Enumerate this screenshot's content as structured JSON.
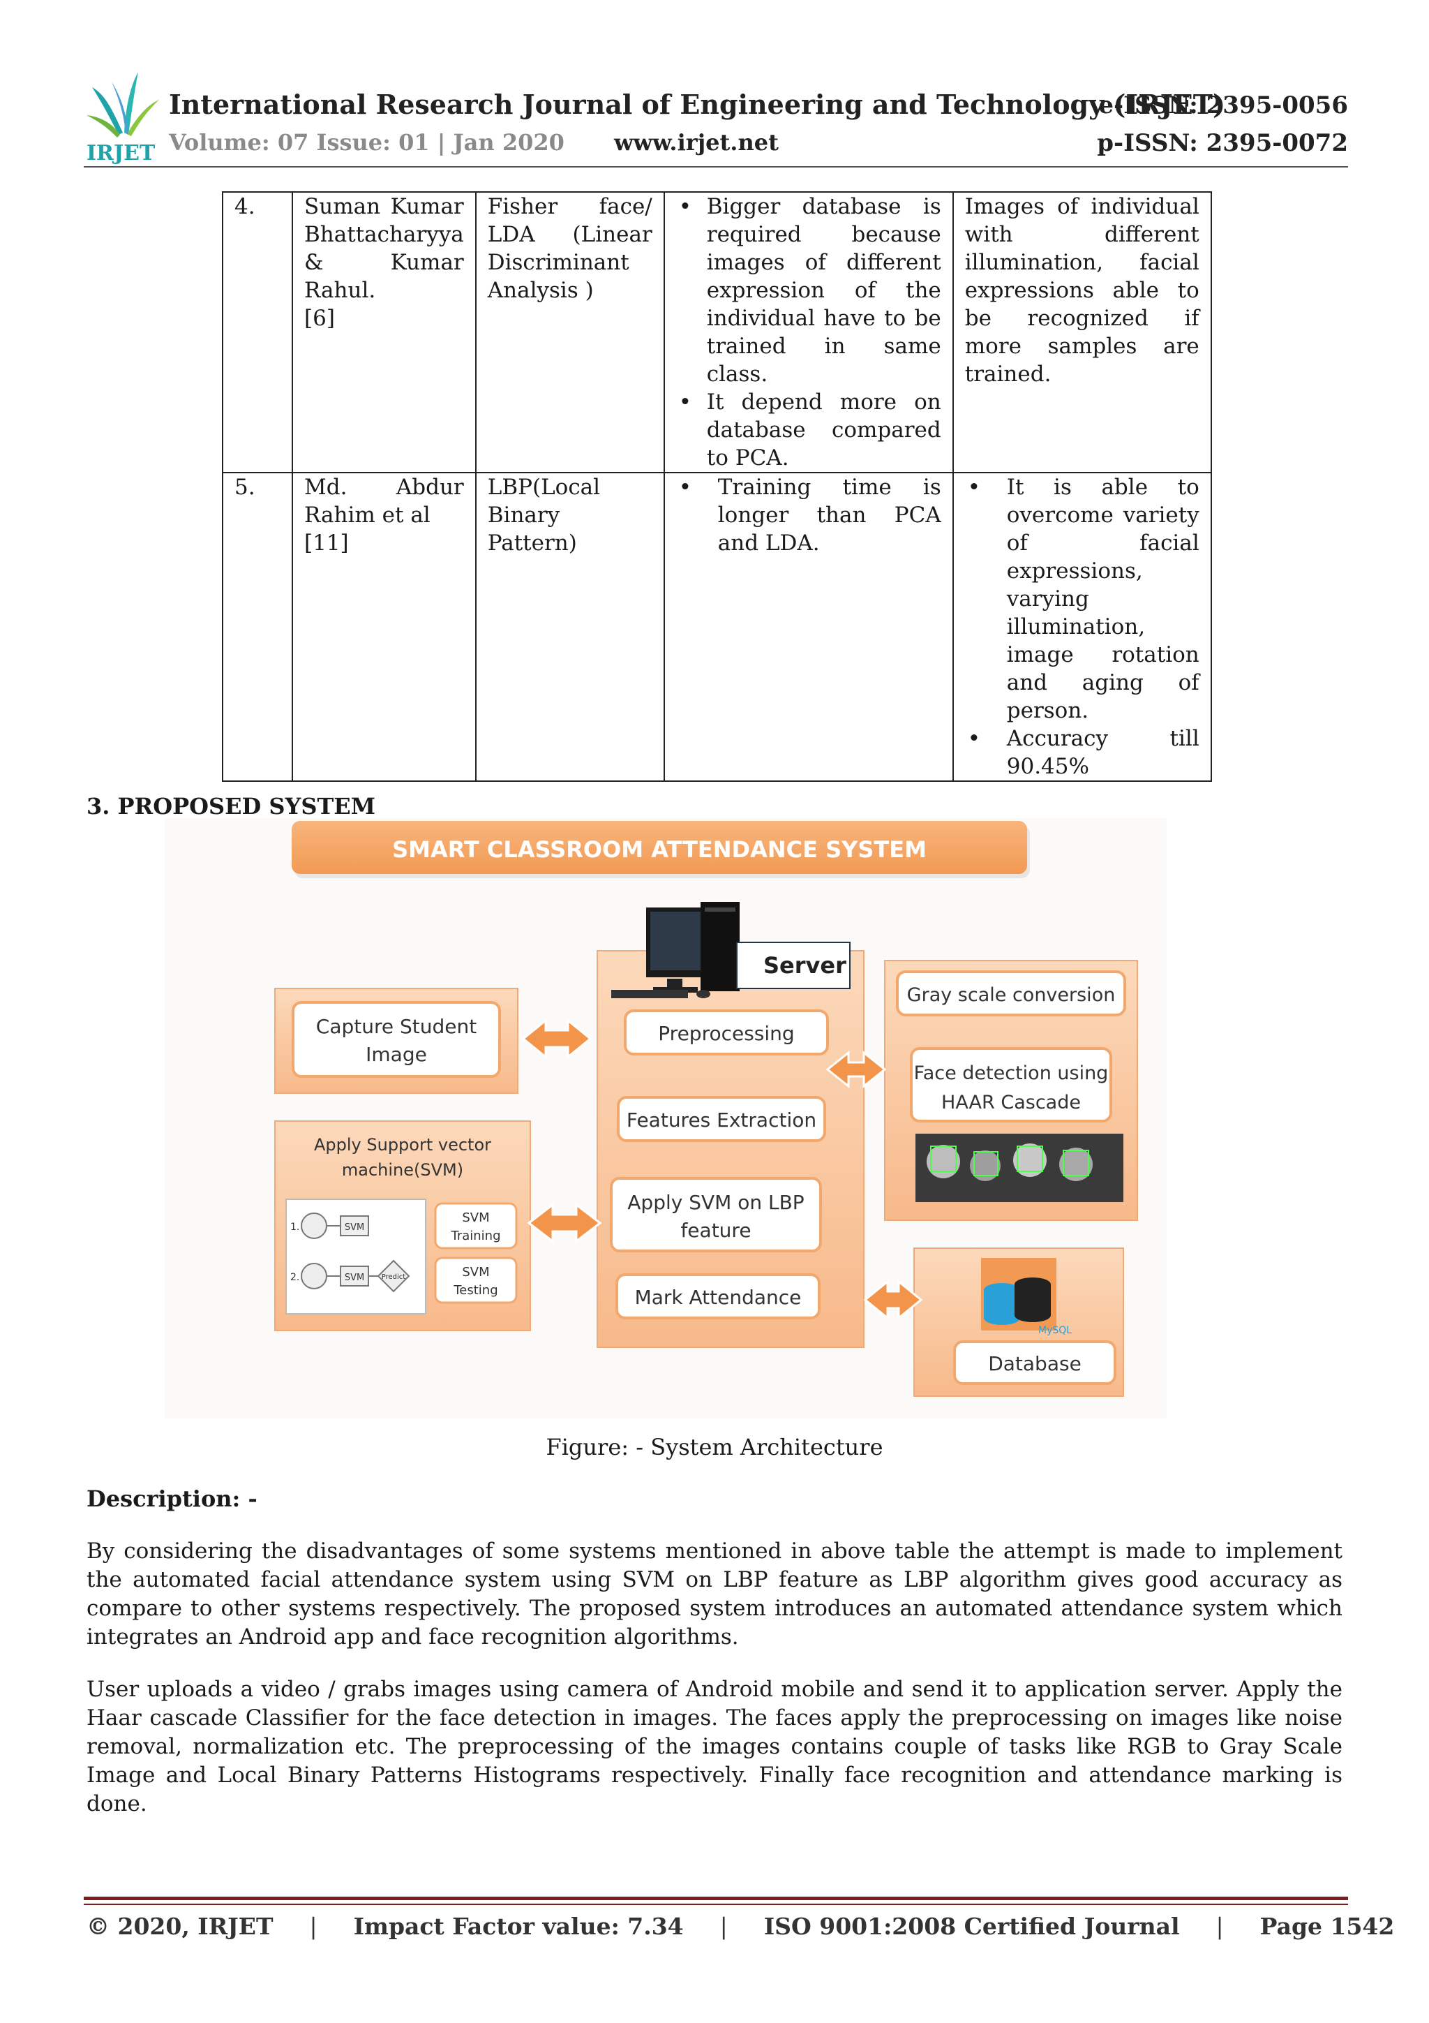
{
  "header": {
    "journal_title": "International Research Journal of Engineering and Technology (IRJET)",
    "e_issn": "e-ISSN: 2395-0056",
    "volume": "Volume: 07 Issue: 01 | Jan 2020",
    "website": "www.irjet.net",
    "p_issn": "p-ISSN: 2395-0072",
    "logo_text": "IRJET"
  },
  "table": {
    "rows": [
      {
        "num": "4.",
        "authors": "Suman Kumar Bhattacharyya & Kumar Rahul.",
        "ref": "[6]",
        "method": "Fisher face/ LDA (Linear Discriminant Analysis )",
        "disadvantages": [
          "Bigger database is required because images of different expression of the individual have to be trained in same class.",
          "It depend more on database compared to PCA."
        ],
        "advantages_text": "Images of individual with different illumination, facial expressions able to be recognized if more samples are trained."
      },
      {
        "num": "5.",
        "authors": "Md. Abdur Rahim et al",
        "ref": "[11]",
        "method": "LBP(Local Binary Pattern)",
        "disadvantages": [
          "Training time is longer than PCA and LDA."
        ],
        "advantages": [
          "It is able to overcome variety of facial expressions, varying illumination, image rotation and aging of person.",
          "Accuracy till 90.45%"
        ]
      }
    ]
  },
  "section_heading": "3. PROPOSED SYSTEM",
  "figure": {
    "banner": "SMART CLASSROOM ATTENDANCE SYSTEM",
    "server_label": "Server",
    "capture_line1": "Capture Student",
    "capture_line2": "Image",
    "svm_title_line1": "Apply Support vector",
    "svm_title_line2": "machine(SVM)",
    "svm_training_line1": "SVM",
    "svm_training_line2": "Training",
    "svm_testing_line1": "SVM",
    "svm_testing_line2": "Testing",
    "svm_row1_num": "1.",
    "svm_row2_num": "2.",
    "svm_box_label": "SVM",
    "svm_predict_label": "Predict",
    "preprocessing": "Preprocessing",
    "features_extraction": "Features Extraction",
    "apply_svm_line1": "Apply SVM on LBP",
    "apply_svm_line2": "feature",
    "mark_attendance": "Mark Attendance",
    "gray_scale": "Gray scale conversion",
    "face_detect_line1": "Face detection using",
    "face_detect_line2": "HAAR Cascade",
    "database": "Database",
    "mysql_label": "MySQL",
    "caption": "Figure: - System Architecture"
  },
  "description_heading": "Description: -",
  "paragraphs": [
    "By considering the disadvantages of some systems mentioned in above table the attempt is made to implement the automated facial attendance system using SVM on LBP feature as LBP algorithm gives good accuracy as compare to other systems respectively. The proposed system introduces an automated attendance system which integrates an Android app and face recognition algorithms.",
    "User uploads a video / grabs images using camera of Android mobile and send it to application server. Apply the Haar cascade Classifier for the face detection in images. The faces apply the preprocessing on images like noise removal, normalization etc. The preprocessing of the images contains couple of tasks like RGB to Gray Scale Image and Local Binary Patterns Histograms respectively. Finally face recognition and attendance marking is done."
  ],
  "footer": {
    "copyright": "© 2020, IRJET",
    "impact": "Impact Factor value: 7.34",
    "iso": "ISO 9001:2008 Certified Journal",
    "page": "Page 1542",
    "separator": "|"
  },
  "colors": {
    "orange": "#f5a263",
    "orange_light": "#fbd3b0",
    "rule_dark_red": "#7a1e1e",
    "logo_teal": "#1fa3a8",
    "logo_green": "#8cc63f"
  }
}
